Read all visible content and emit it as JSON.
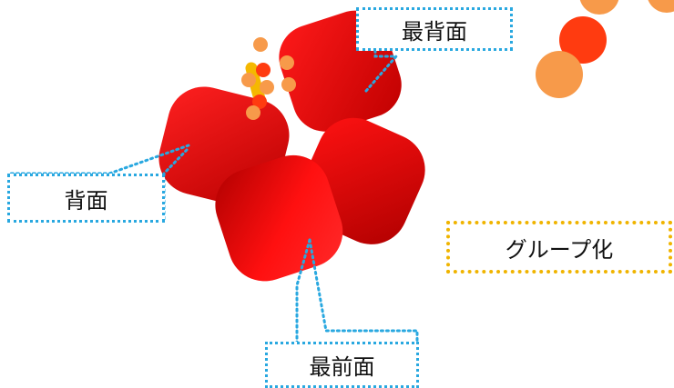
{
  "labels": {
    "top_most": "最背面",
    "back": "背面",
    "front_most": "最前面",
    "group": "グループ化"
  },
  "colors": {
    "petal_light": "#ff1a1a",
    "petal_dark": "#b80000",
    "stamen": "#f5b800",
    "dot_orange": "#f79a4a",
    "dot_red": "#ff3b10",
    "callout_line": "#29a8e0",
    "group_border": "#f0b400"
  }
}
